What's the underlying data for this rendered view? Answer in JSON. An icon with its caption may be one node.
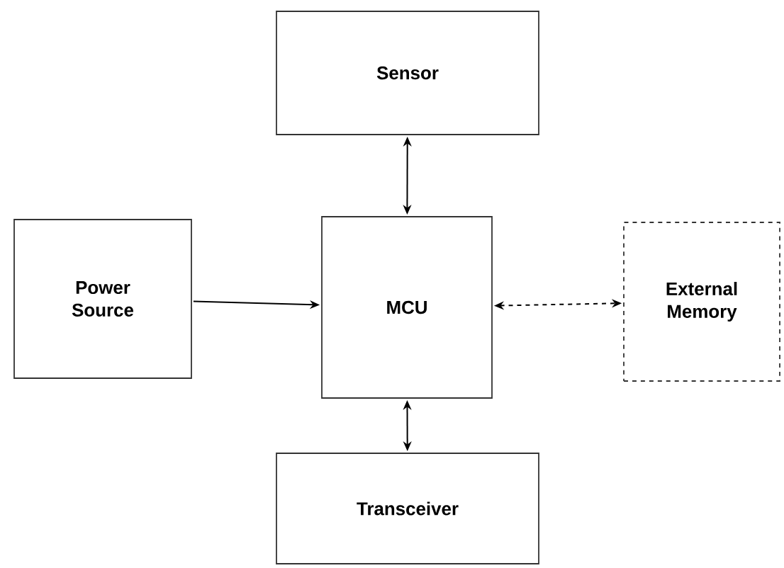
{
  "diagram": {
    "nodes": [
      {
        "text": [
          "Sensor"
        ]
      },
      {
        "text": [
          "Power Source"
        ]
      },
      {
        "text": [
          "MCU"
        ]
      },
      {
        "text": [
          "External Memory"
        ]
      },
      {
        "text": [
          "Transceiver"
        ]
      }
    ],
    "edges": [
      {
        "from": 0,
        "to": 2,
        "arrow": "both"
      },
      {
        "from": 1,
        "to": 2,
        "arrow": "to"
      },
      {
        "from": 2,
        "to": 3,
        "arrow": "both",
        "style": "dashed"
      },
      {
        "from": 2,
        "to": 4,
        "arrow": "both"
      }
    ]
  }
}
